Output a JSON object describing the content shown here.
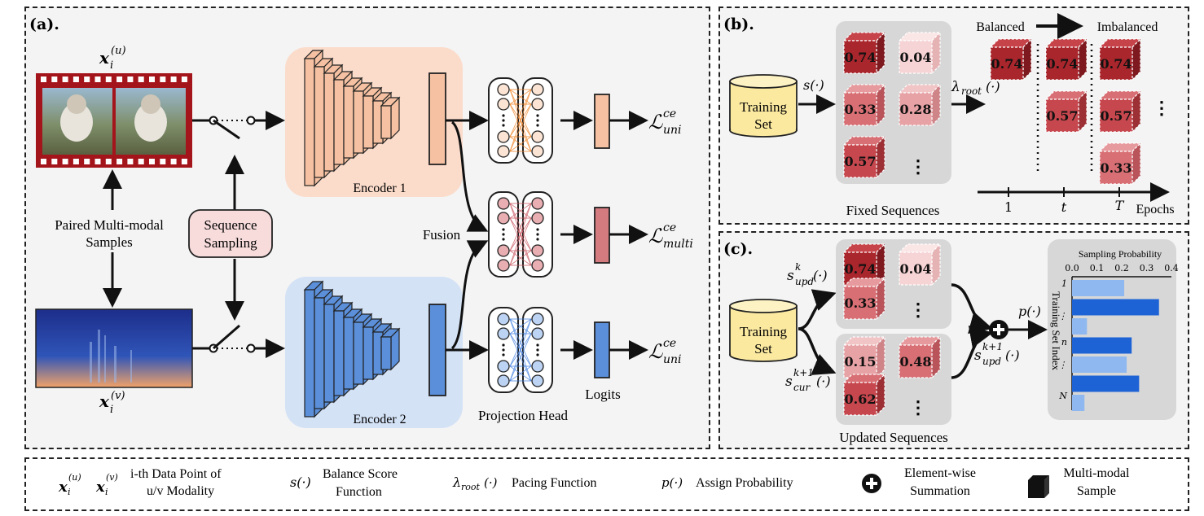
{
  "panels": {
    "a": {
      "tag": "(a)."
    },
    "b": {
      "tag": "(b)."
    },
    "c": {
      "tag": "(c)."
    }
  },
  "panel_a": {
    "video_symbol": "x",
    "video_sup": "(u)",
    "audio_symbol": "x",
    "audio_sup": "(v)",
    "subscript": "i",
    "paired_line1": "Paired Multi-modal",
    "paired_line2": "Samples",
    "sampling_line1": "Sequence",
    "sampling_line2": "Sampling",
    "encoder1": "Encoder 1",
    "encoder2": "Encoder 2",
    "fusion": "Fusion",
    "projection_head": "Projection Head",
    "logits": "Logits",
    "loss_symbol": "ℒ",
    "loss_sup": "ce",
    "loss_uni": "uni",
    "loss_multi": "multi"
  },
  "panel_b": {
    "training_line1": "Training",
    "training_line2": "Set",
    "s_func": "s(·)",
    "lambda_func": "λ",
    "lambda_sub": "root",
    "lambda_arg": "(·)",
    "fixed_values": [
      "0.74",
      "0.04",
      "0.33",
      "0.28",
      "0.57"
    ],
    "fixed_caption": "Fixed Sequences",
    "balanced": "Balanced",
    "imbalanced": "Imbalanced",
    "epoch_col1": [
      "0.74"
    ],
    "epoch_col2": [
      "0.74",
      "0.57"
    ],
    "epoch_col3": [
      "0.74",
      "0.57",
      "0.33"
    ],
    "tick_1": "1",
    "tick_t": "t",
    "tick_T": "T",
    "epochs": "Epochs"
  },
  "panel_c": {
    "training_line1": "Training",
    "training_line2": "Set",
    "s_upd": "s",
    "s_upd_sup": "k",
    "s_upd_sub": "upd",
    "s_cur": "s",
    "s_cur_sup": "k+1",
    "s_cur_sub": "cur",
    "s_upd2_sup": "k+1",
    "arg": "(·)",
    "top_values": [
      "0.74",
      "0.04",
      "0.33"
    ],
    "bottom_values": [
      "0.15",
      "0.48",
      "0.62"
    ],
    "updated_caption": "Updated Sequences",
    "p_func": "p(·)",
    "prob_title": "Sampling Probability",
    "prob_ticks": [
      "0.0",
      "0.1",
      "0.2",
      "0.3",
      "0.4"
    ],
    "y_axis_label": "Training Set Index",
    "y_ticks": [
      "1",
      "⋮",
      "n",
      "⋮",
      "N"
    ]
  },
  "chart_data": {
    "type": "bar",
    "title": "Sampling Probability",
    "ylabel": "Training Set Index",
    "xlim": [
      0,
      0.4
    ],
    "values": [
      0.21,
      0.35,
      0.06,
      0.24,
      0.22,
      0.27,
      0.05
    ]
  },
  "legend": {
    "data_point_line1": "i-th Data Point of",
    "data_point_line2": "u/v Modality",
    "balance_line1": "Balance Score",
    "balance_line2": "Function",
    "pacing": "Pacing Function",
    "assign": "Assign Probability",
    "element_line1": "Element-wise",
    "element_line2": "Summation",
    "multimodal_line1": "Multi-modal",
    "multimodal_line2": "Sample"
  },
  "colors": {
    "orange": "#f5c9a8",
    "blue": "#5b8fd9",
    "red_dark": "#a8262c",
    "red_mid": "#d86f74",
    "red_light": "#f1c8ca",
    "bar_dark": "#1e63d6",
    "bar_light": "#8fb8f0"
  }
}
